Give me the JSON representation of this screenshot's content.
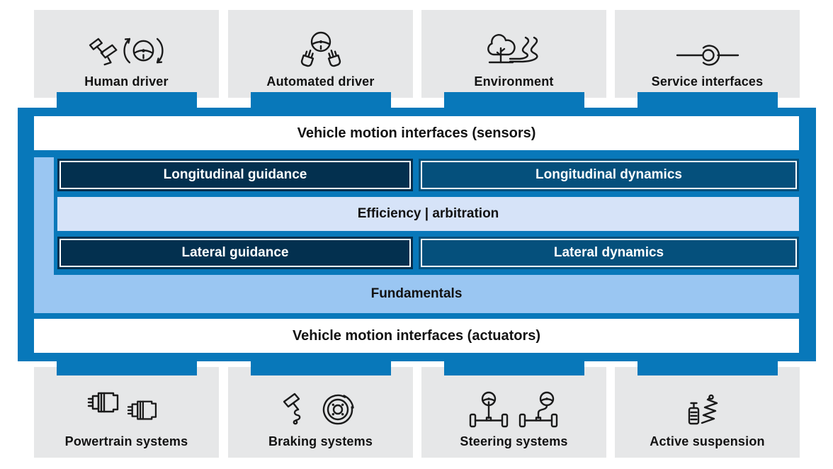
{
  "colors": {
    "azure": "#0878BA",
    "navy": "#03304F",
    "petrol": "#05507C",
    "panel_blue": "#9AC6F2",
    "pale_blue": "#D6E3F8",
    "box_gray": "#E6E7E8",
    "ink": "#121212",
    "icon_ink": "#1A1A1A"
  },
  "top_row": [
    {
      "label": "Human driver",
      "icon": "pedals-steering-wheel-icon"
    },
    {
      "label": "Automated driver",
      "icon": "steering-wheel-hands-icon"
    },
    {
      "label": "Environment",
      "icon": "tree-winding-road-icon"
    },
    {
      "label": "Service interfaces",
      "icon": "connector-interface-icon"
    }
  ],
  "core": {
    "sensors_bar": "Vehicle motion interfaces (sensors)",
    "blocks": {
      "longitudinal_guidance": "Longitudinal guidance",
      "longitudinal_dynamics": "Longitudinal dynamics",
      "efficiency_arbitration": "Efficiency | arbitration",
      "lateral_guidance": "Lateral guidance",
      "lateral_dynamics": "Lateral dynamics",
      "fundamentals": "Fundamentals"
    },
    "actuators_bar": "Vehicle motion interfaces (actuators)"
  },
  "bottom_row": [
    {
      "label": "Powertrain systems",
      "icon": "electric-motors-icon"
    },
    {
      "label": "Braking systems",
      "icon": "brake-pedal-disc-icon"
    },
    {
      "label": "Steering systems",
      "icon": "steering-axles-icon"
    },
    {
      "label": "Active suspension",
      "icon": "spring-damper-icon"
    }
  ]
}
